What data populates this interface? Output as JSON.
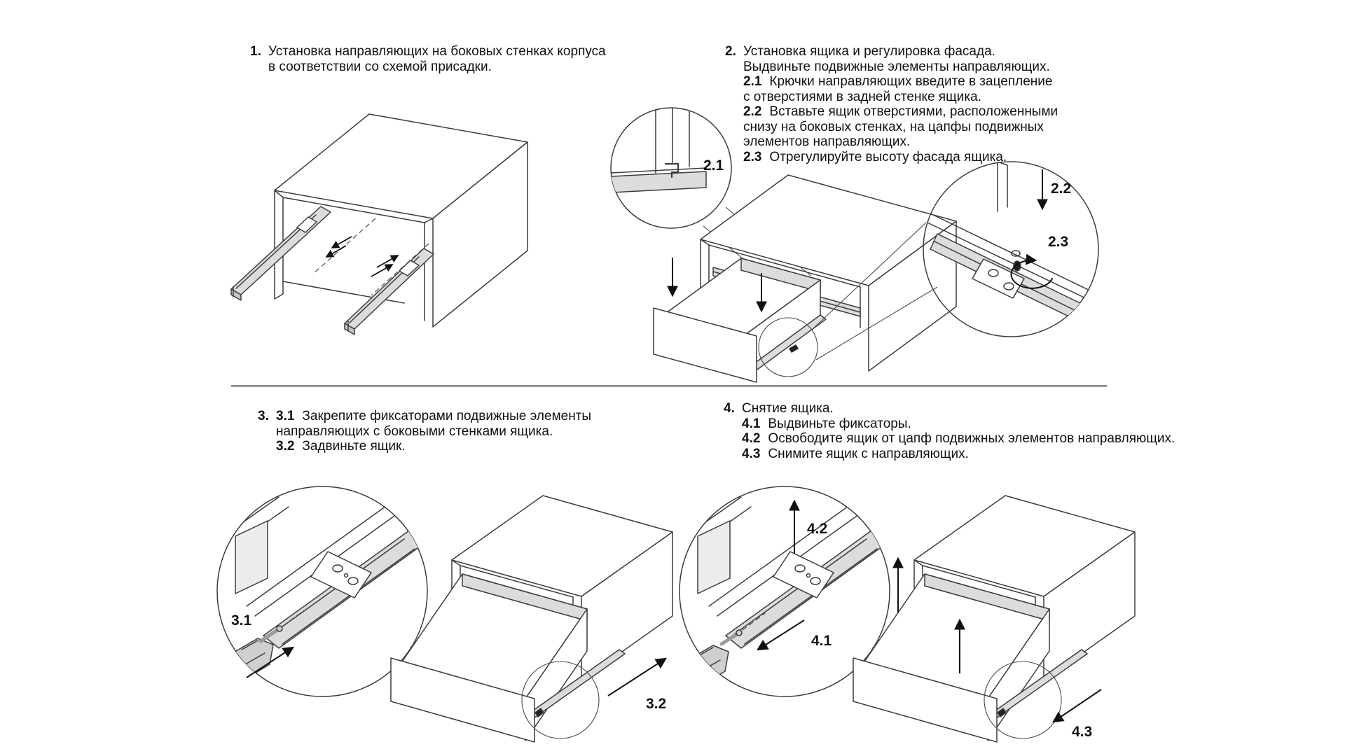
{
  "page": {
    "background": "#ffffff",
    "divider_color": "#8d8d8d",
    "line_color": "#3c3c3c",
    "fill_gray": "#dcdcdc"
  },
  "section1": {
    "number": "1.",
    "line1": "Установка направляющих на боковых стенках корпуса",
    "line2": "в соответствии со схемой присадки."
  },
  "section2": {
    "number": "2.",
    "line1": "Установка ящика и регулировка фасада.",
    "line2": "Выдвиньте подвижные элементы направляющих.",
    "step21": "2.1",
    "line3": "Крючки направляющих введите в зацепление",
    "line4": "с отверстиями в задней стенке ящика.",
    "step22": "2.2",
    "line5": "Вставьте ящик отверстиями, расположенными",
    "line6": "снизу на боковых стенках, на цапфы подвижных",
    "line7": "элементов направляющих.",
    "step23": "2.3",
    "line8": "Отрегулируйте высоту фасада ящика."
  },
  "section3": {
    "number": "3.",
    "step31": "3.1",
    "line1": "Закрепите фиксаторами подвижные элементы",
    "line2": "направляющих с боковыми стенками ящика.",
    "step32": "3.2",
    "line3": "Задвиньте ящик."
  },
  "section4": {
    "number": "4.",
    "line1": "Снятие ящика.",
    "step41": "4.1",
    "line2": "Выдвиньте фиксаторы.",
    "step42": "4.2",
    "line3": "Освободите ящик от цапф подвижных элементов направляющих.",
    "step43": "4.3",
    "line4": "Снимите ящик с направляющих."
  },
  "diagram_labels": {
    "d21": "2.1",
    "d22": "2.2",
    "d23": "2.3",
    "d31": "3.1",
    "d32": "3.2",
    "d41": "4.1",
    "d42": "4.2",
    "d43": "4.3"
  }
}
